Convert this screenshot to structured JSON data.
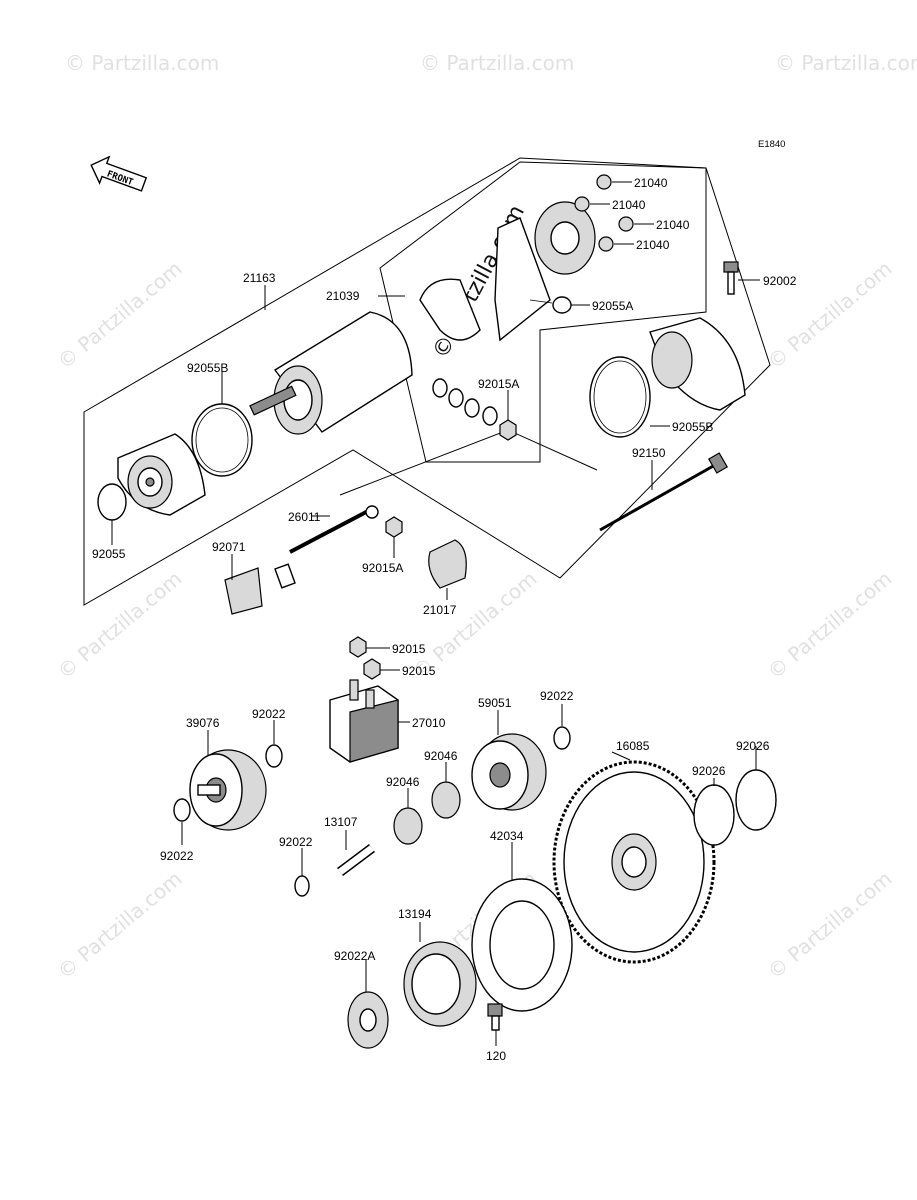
{
  "diagram": {
    "code": "E1840",
    "front_label": "FRONT",
    "watermark_text": "© Partzilla.com",
    "parts": {
      "p21163": "21163",
      "p21039": "21039",
      "p21040a": "21040",
      "p21040b": "21040",
      "p21040c": "21040",
      "p21040d": "21040",
      "p92002": "92002",
      "p92055A": "92055A",
      "p92055B_left": "92055B",
      "p92055B_right": "92055B",
      "p92015A_top": "92015A",
      "p92150": "92150",
      "p92055": "92055",
      "p26011": "26011",
      "p92071": "92071",
      "p92015A_bottom": "92015A",
      "p21017": "21017",
      "p92015_a": "92015",
      "p92015_b": "92015",
      "p27010": "27010",
      "p92022_a": "92022",
      "p39076": "39076",
      "p92022_b": "92022",
      "p59051": "59051",
      "p92022_c": "92022",
      "p92046_a": "92046",
      "p92046_b": "92046",
      "p16085": "16085",
      "p92026_a": "92026",
      "p92026_b": "92026",
      "p13107": "13107",
      "p92022_d": "92022",
      "p42034": "42034",
      "p13194": "13194",
      "p92022A": "92022A",
      "p120": "120"
    }
  }
}
